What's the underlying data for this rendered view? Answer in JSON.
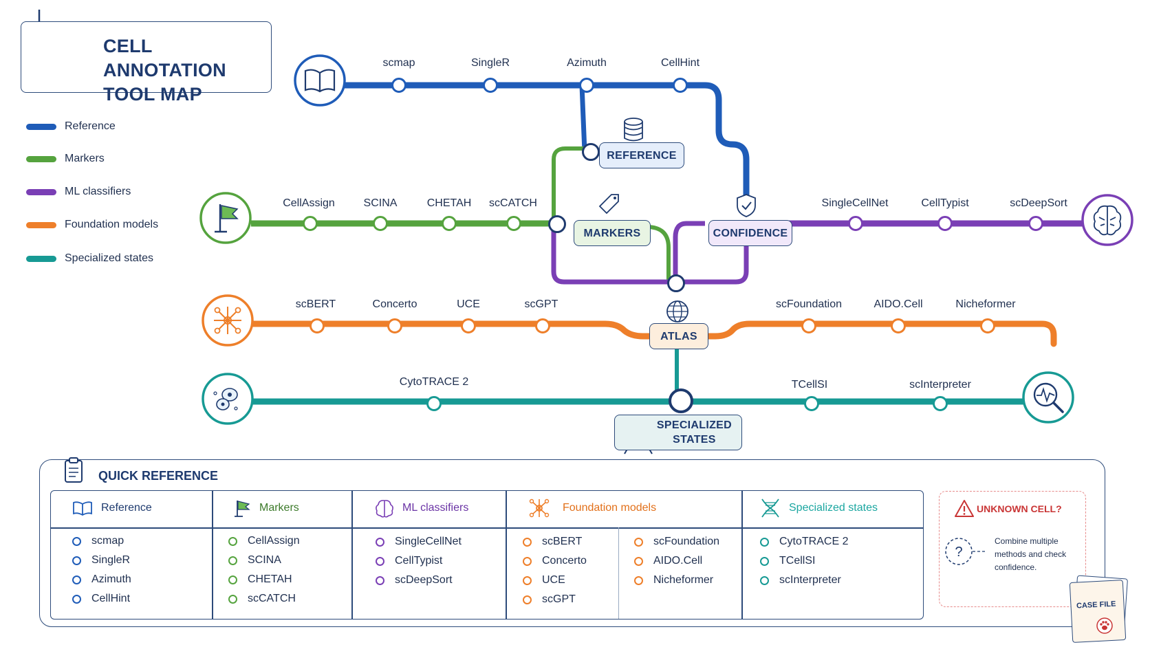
{
  "title": "CELL ANNOTATION\nTOOL MAP",
  "legend": [
    {
      "label": "Reference",
      "color": "#1f5cb8"
    },
    {
      "label": "Markers",
      "color": "#55a33e"
    },
    {
      "label": "ML classifiers",
      "color": "#7a3fb5"
    },
    {
      "label": "Foundation models",
      "color": "#ee7f2a"
    },
    {
      "label": "Specialized states",
      "color": "#179a94"
    }
  ],
  "lines": {
    "reference": {
      "stations": [
        "scmap",
        "SingleR",
        "Azimuth",
        "CellHint"
      ],
      "icon": "book-icon"
    },
    "markers": {
      "stations": [
        "CellAssign",
        "SCINA",
        "CHETAH",
        "scCATCH"
      ],
      "icon": "flag-icon"
    },
    "ml": {
      "stations": [
        "SingleCellNet",
        "CellTypist",
        "scDeepSort"
      ],
      "icon": "brain-icon"
    },
    "foundation": {
      "stations": [
        "scBERT",
        "Concerto",
        "UCE",
        "scGPT",
        "scFoundation",
        "AIDO.Cell",
        "Nicheformer"
      ],
      "icon": "network-icon"
    },
    "specialized": {
      "stations": [
        "CytoTRACE 2",
        "TCellSI",
        "scInterpreter"
      ],
      "icon": "cells-icon",
      "end_icon": "pulse-magnifier-icon"
    }
  },
  "hubs": {
    "reference": {
      "label": "REFERENCE",
      "icon": "database-icon"
    },
    "markers": {
      "label": "MARKERS",
      "icon": "tag-icon"
    },
    "confidence": {
      "label": "CONFIDENCE",
      "icon": "shield-check-icon"
    },
    "atlas": {
      "label": "ATLAS",
      "icon": "globe-icon"
    },
    "specialized": {
      "label": "SPECIALIZED\nSTATES",
      "icon": "dna-icon"
    }
  },
  "quick_reference": {
    "title": "QUICK REFERENCE",
    "columns": [
      {
        "header": "Reference",
        "items": [
          "scmap",
          "SingleR",
          "Azimuth",
          "CellHint"
        ]
      },
      {
        "header": "Markers",
        "items": [
          "CellAssign",
          "SCINA",
          "CHETAH",
          "scCATCH"
        ]
      },
      {
        "header": "ML classifiers",
        "items": [
          "SingleCellNet",
          "CellTypist",
          "scDeepSort"
        ]
      },
      {
        "header": "Foundation models",
        "items": [
          "scBERT",
          "Concerto",
          "UCE",
          "scGPT"
        ],
        "items2": [
          "scFoundation",
          "AIDO.Cell",
          "Nicheformer"
        ]
      },
      {
        "header": "Specialized states",
        "items": [
          "CytoTRACE 2",
          "TCellSI",
          "scInterpreter"
        ]
      }
    ],
    "unknown": {
      "title": "UNKNOWN CELL?",
      "text": "Combine multiple methods and check confidence."
    },
    "case_file": "CASE FILE"
  }
}
